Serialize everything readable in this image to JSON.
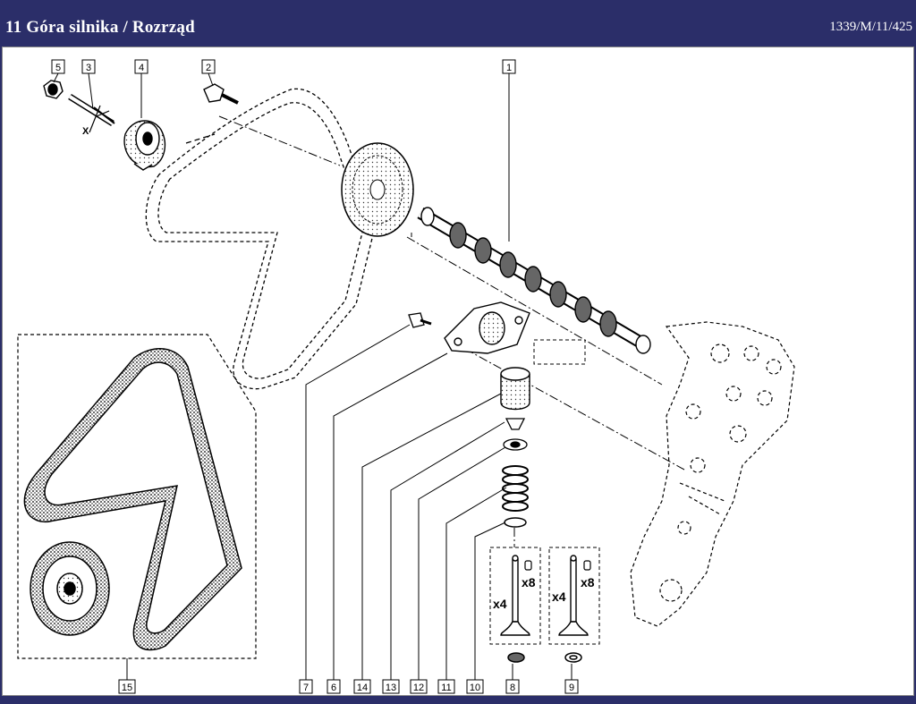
{
  "header": {
    "title": "11 Góra silnika / Rozrząd",
    "reference": "1339/M/11/425"
  },
  "callouts": {
    "c1": "1",
    "c2": "2",
    "c3": "3",
    "c4": "4",
    "c5": "5",
    "c6": "6",
    "c7": "7",
    "c8": "8",
    "c9": "9",
    "c10": "10",
    "c11": "11",
    "c12": "12",
    "c13": "13",
    "c14": "14",
    "c15": "15"
  },
  "annotations": {
    "x_mark": "X",
    "qty_a": "x4",
    "qty_b": "x8",
    "qty_c": "x4",
    "qty_d": "x8"
  }
}
